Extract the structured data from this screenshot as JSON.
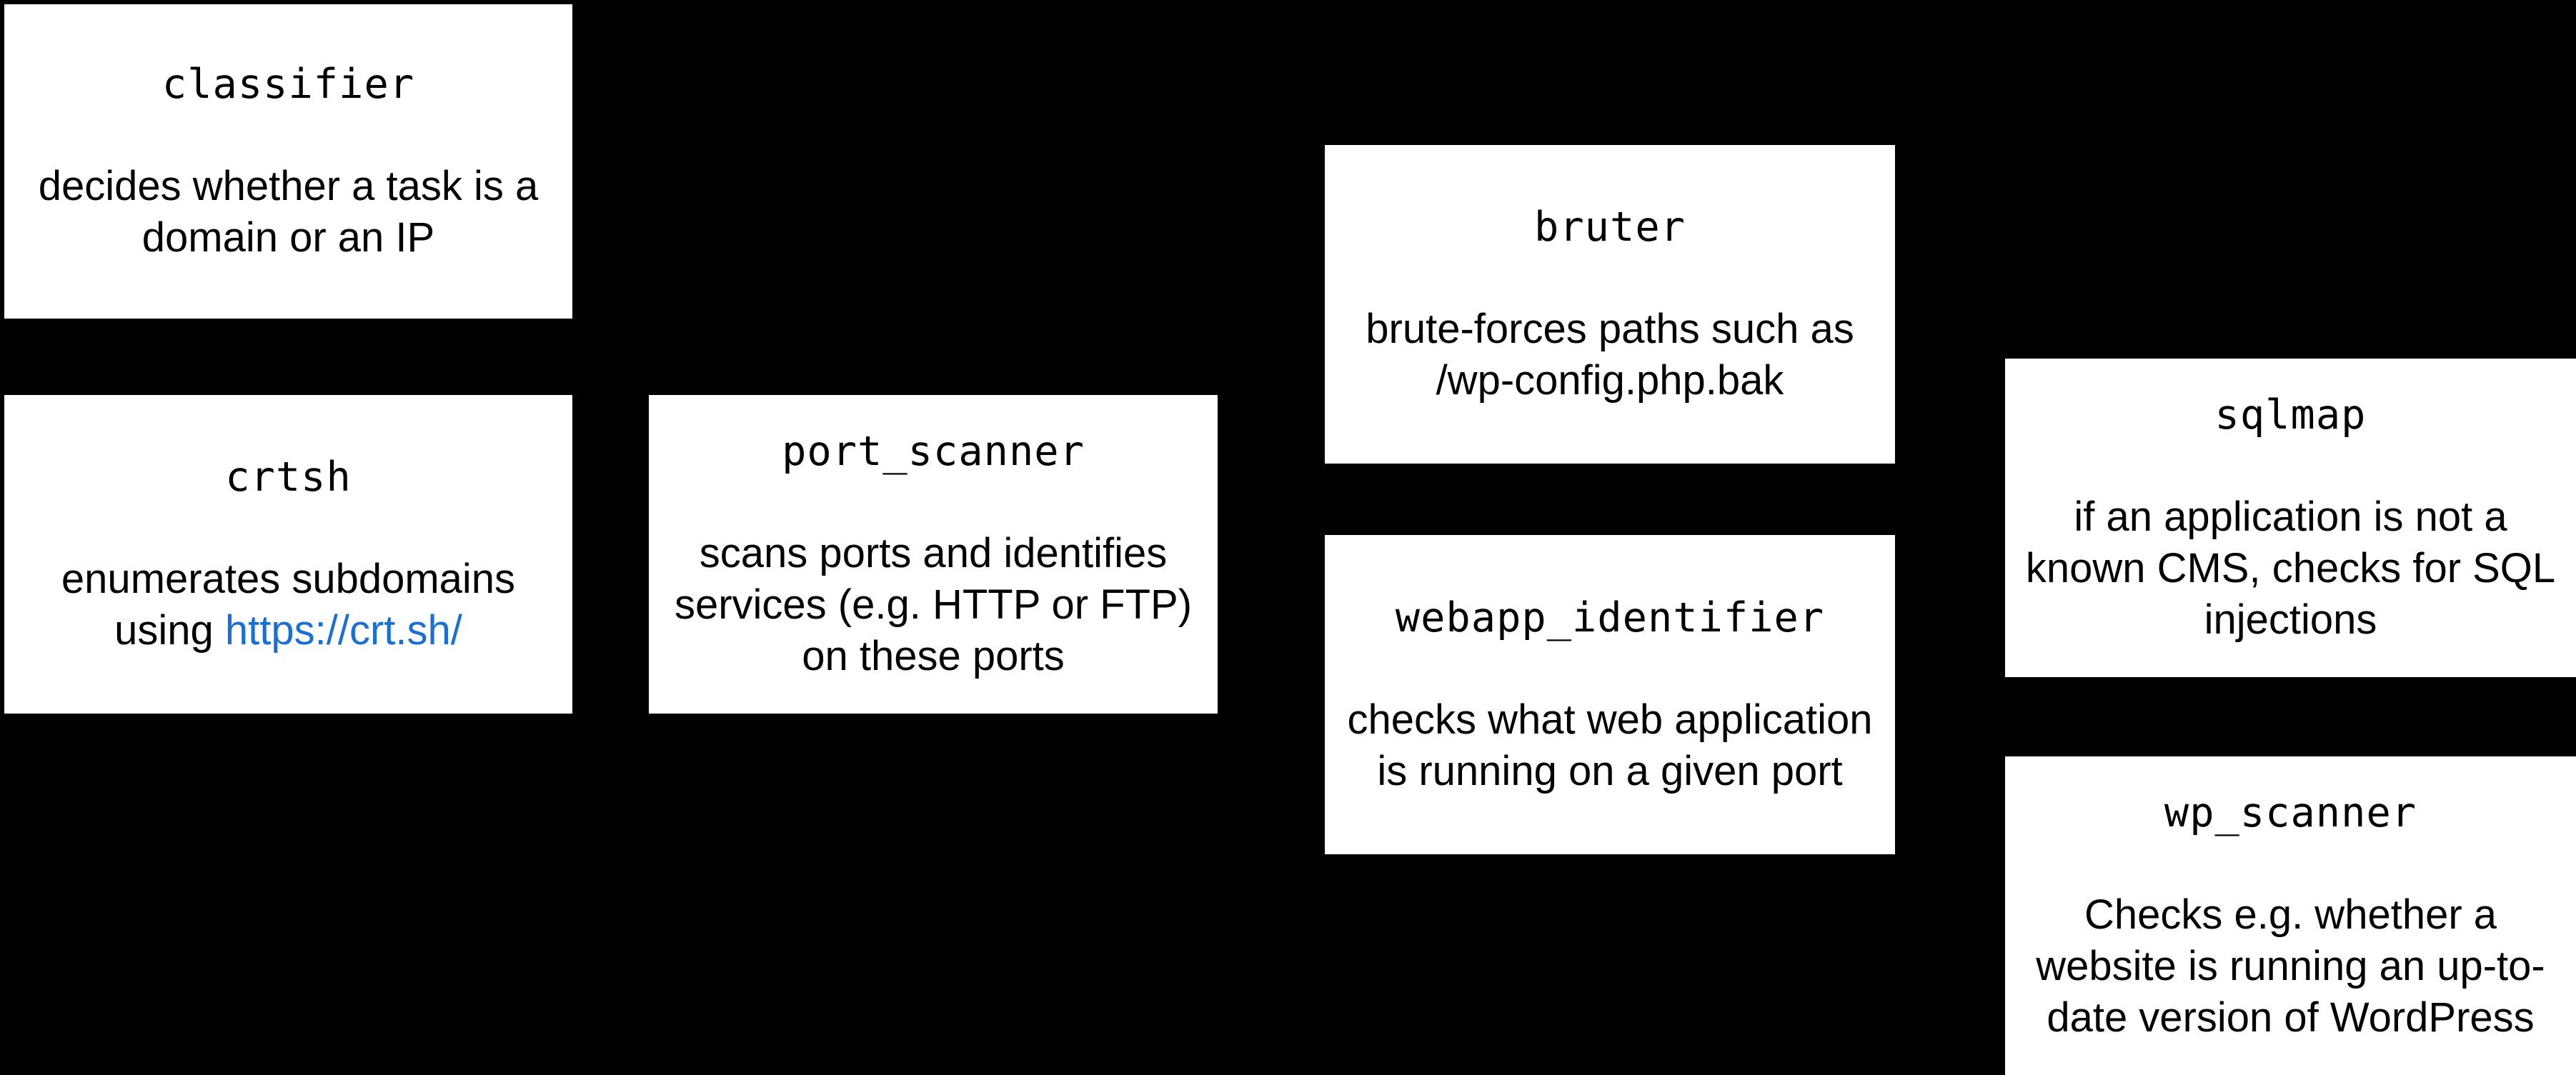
{
  "colors": {
    "background": "#000000",
    "box_background": "#ffffff",
    "text": "#000000",
    "link": "#1a6fd4"
  },
  "boxes": [
    {
      "title": "classifier",
      "description_lines": [
        [
          {
            "text": "decides whether a task is a"
          }
        ],
        [
          {
            "text": "domain or an IP"
          }
        ]
      ]
    },
    {
      "title": "crtsh",
      "description_lines": [
        [
          {
            "text": "enumerates subdomains"
          }
        ],
        [
          {
            "text": "using "
          },
          {
            "text": "https://crt.sh/",
            "href": "https://crt.sh/"
          }
        ]
      ]
    },
    {
      "title": "port_scanner",
      "description_lines": [
        [
          {
            "text": "scans ports and identifies"
          }
        ],
        [
          {
            "text": "services (e.g. HTTP or FTP)"
          }
        ],
        [
          {
            "text": "on these ports"
          }
        ]
      ]
    },
    {
      "title": "bruter",
      "description_lines": [
        [
          {
            "text": "brute-forces paths such as"
          }
        ],
        [
          {
            "text": "/wp-config.php.bak"
          }
        ]
      ]
    },
    {
      "title": "webapp_identifier",
      "description_lines": [
        [
          {
            "text": "checks what web application"
          }
        ],
        [
          {
            "text": "is running on a given port"
          }
        ]
      ]
    },
    {
      "title": "sqlmap",
      "description_lines": [
        [
          {
            "text": "if an application is not a"
          }
        ],
        [
          {
            "text": "known CMS, checks for SQL"
          }
        ],
        [
          {
            "text": "injections"
          }
        ]
      ]
    },
    {
      "title": "wp_scanner",
      "description_lines": [
        [
          {
            "text": "Checks e.g. whether a"
          }
        ],
        [
          {
            "text": "website is running an up-to-"
          }
        ],
        [
          {
            "text": "date version of WordPress"
          }
        ]
      ]
    }
  ]
}
